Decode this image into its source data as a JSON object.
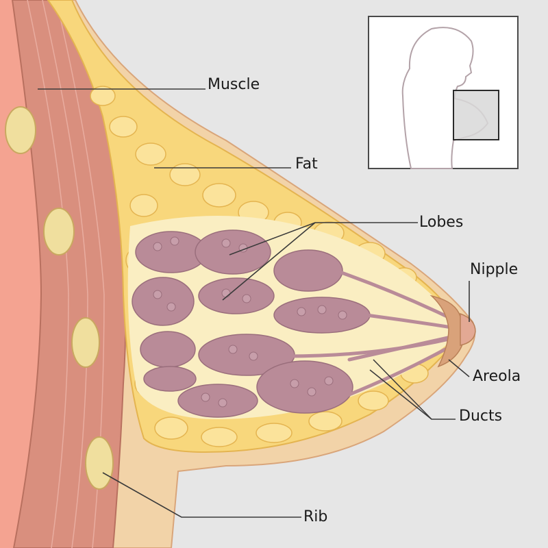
{
  "labels": {
    "muscle": "Muscle",
    "fat": "Fat",
    "lobes": "Lobes",
    "nipple": "Nipple",
    "areola": "Areola",
    "ducts": "Ducts",
    "rib": "Rib"
  },
  "colors": {
    "background": "#e6e6e6",
    "skin": "#f2d3a8",
    "muscle": "#d98f7e",
    "chest_wall": "#f4a391",
    "fat": "#f8d77c",
    "lobe": "#b98b98",
    "rib": "#f0df9e",
    "areola": "#d9a27a"
  }
}
